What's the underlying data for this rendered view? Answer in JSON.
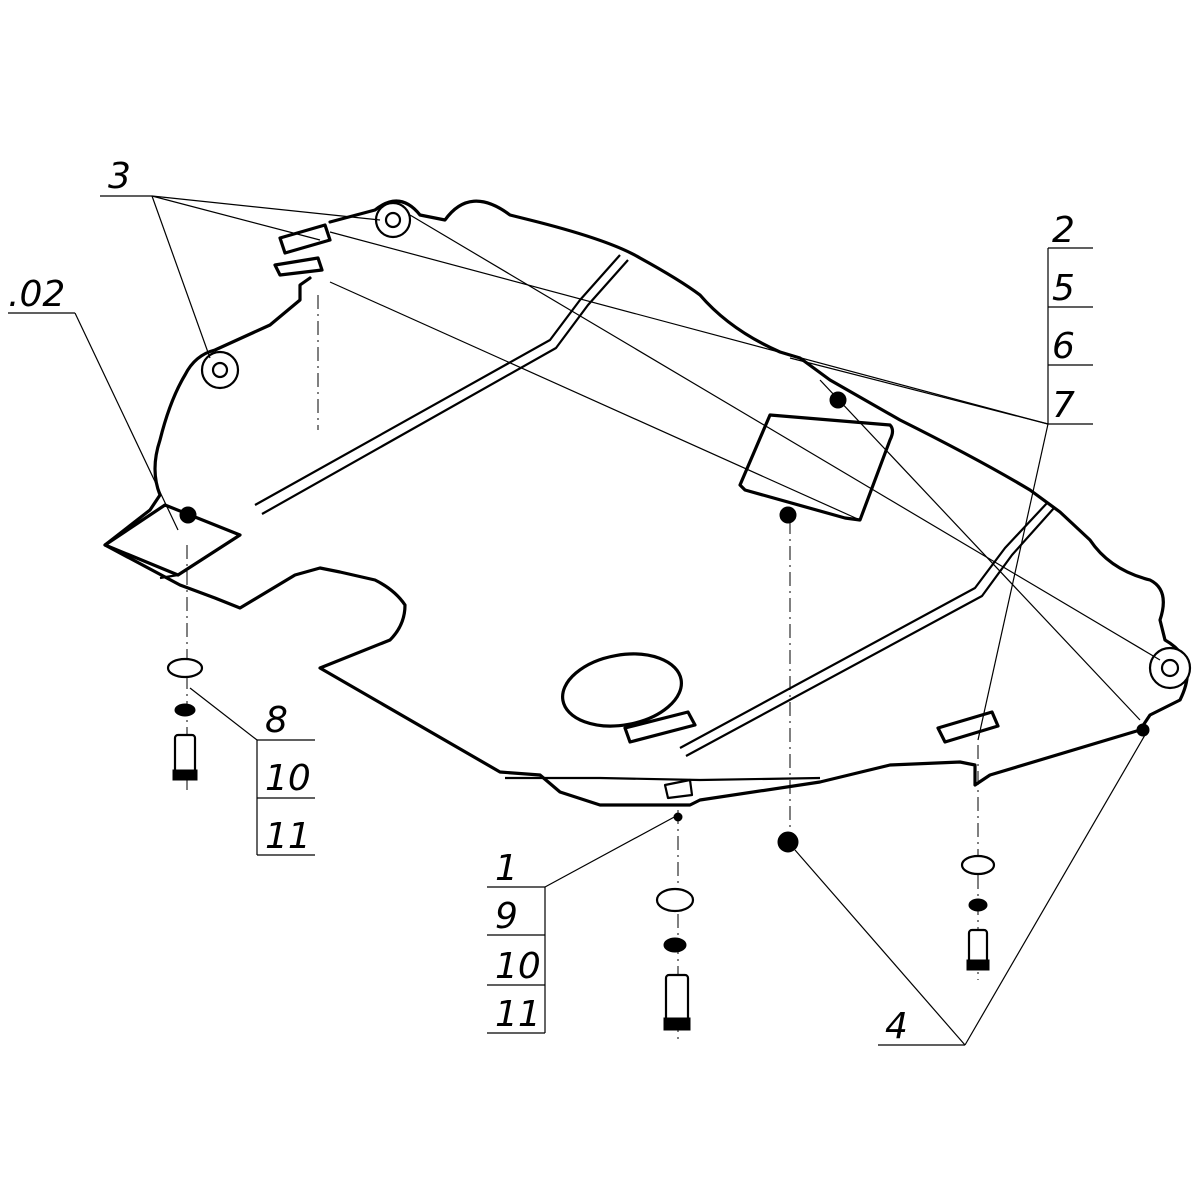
{
  "callouts": {
    "c3": "3",
    "c02": ".02",
    "c2": "2",
    "c5": "5",
    "c6": "6",
    "c7": "7",
    "c8": "8",
    "c10a": "10",
    "c11a": "11",
    "c1": "1",
    "c9": "9",
    "c10b": "10",
    "c11b": "11",
    "c4": "4"
  }
}
